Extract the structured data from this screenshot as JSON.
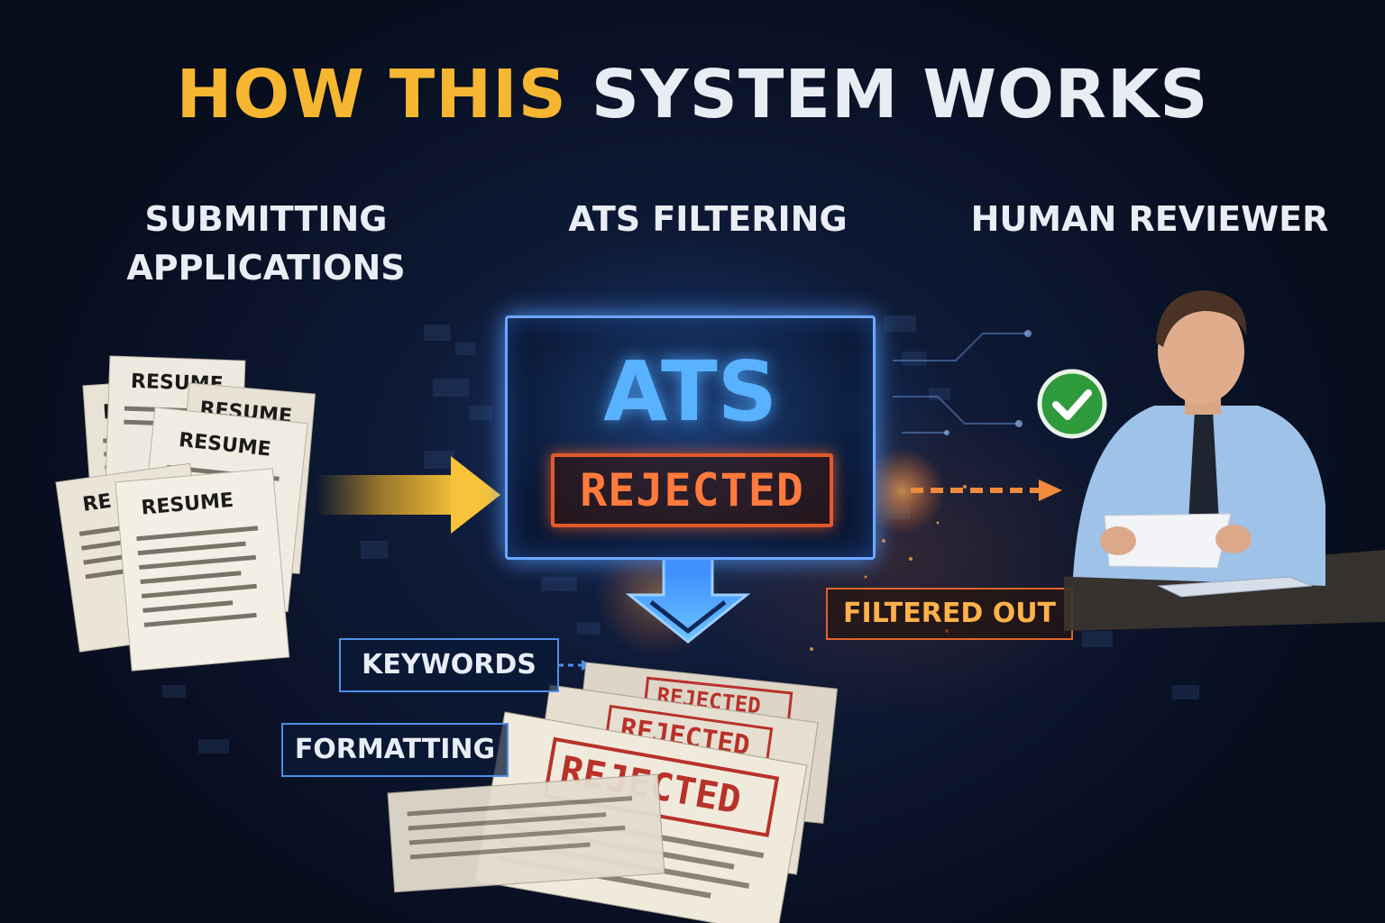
{
  "title": {
    "highlight": "HOW THIS",
    "rest": "SYSTEM WORKS"
  },
  "stages": {
    "submit_line1": "SUBMITTING",
    "submit_line2": "APPLICATIONS",
    "ats": "ATS FILTERING",
    "human": "HUMAN REVIEWER"
  },
  "resumes": {
    "label": "RESUME",
    "label_partial_a": "RE",
    "label_partial_b": "RESUME"
  },
  "ats_screen": {
    "heading": "ATS",
    "stamp": "REJECTED"
  },
  "rejected_pile": {
    "stamp": "REJECTED"
  },
  "tags": {
    "keywords": "KEYWORDS",
    "formatting": "FORMATTING",
    "filtered_out": "FILTERED OUT"
  },
  "icons": {
    "check": "check-circle-icon",
    "arrow_in": "arrow-right-icon",
    "arrow_down": "arrow-down-icon",
    "arrow_out": "dashed-arrow-right-icon"
  },
  "colors": {
    "title_highlight": "#f6b632",
    "title_rest": "#e8ecf3",
    "ats_blue": "#58b2ff",
    "reject_orange": "#ff7a3c",
    "check_green": "#2f9a3c",
    "arrow_yellow": "#f4b626"
  }
}
